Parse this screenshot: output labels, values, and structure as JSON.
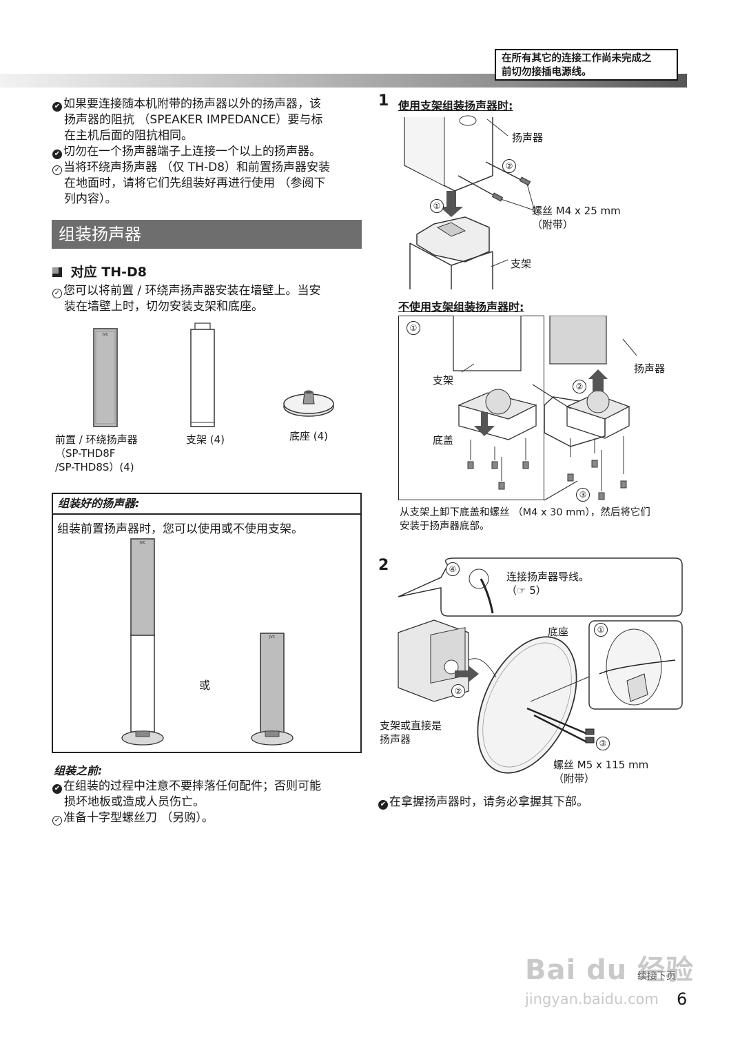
{
  "header": {
    "warning_line1": "在所有其它的连接工作尚未完成之",
    "warning_line2": "前切勿接插电源线。"
  },
  "left": {
    "notes": [
      {
        "icon": "✔",
        "lines": [
          "如果要连接随本机附带的扬声器以外的扬声器，该",
          "扬声器的阻抗 （SPEAKER IMPEDANCE）要与标",
          "在主机后面的阻抗相同。"
        ]
      },
      {
        "icon": "✔",
        "lines": [
          "切勿在一个扬声器端子上连接一个以上的扬声器。"
        ]
      },
      {
        "icon": "✓",
        "lines": [
          "当将环绕声扬声器 （仅 TH-D8）和前置扬声器安装",
          "在地面时，请将它们先组装好再进行使用 （参阅下",
          "列内容）。"
        ]
      }
    ],
    "section_title": "组装扬声器",
    "subhead": "对应 TH-D8",
    "sub_note_lines": [
      "您可以将前置 / 环绕声扬声器安装在墙壁上。当安",
      "装在墙壁上时，切勿安装支架和底座。"
    ],
    "parts": {
      "speaker_l1": "前置 / 环绕扬声器",
      "speaker_l2": "（SP-THD8F",
      "speaker_l3": "/SP-THD8S）(4)",
      "stand": "支架 (4)",
      "base": "底座 (4)"
    },
    "assembled_box": {
      "title": "组装好的扬声器:",
      "desc": "组装前置扬声器时，您可以使用或不使用支架。",
      "or": "或",
      "brand": "JVC"
    },
    "before": {
      "title": "组装之前:",
      "items": [
        {
          "icon": "✔",
          "lines": [
            "在组装的过程中注意不要摔落任何配件；否则可能",
            "损坏地板或造成人员伤亡。"
          ]
        },
        {
          "icon": "✓",
          "lines": [
            "准备十字型螺丝刀 （另购）。"
          ]
        }
      ]
    }
  },
  "right": {
    "step1": {
      "num": "1",
      "title_with": "使用支架组装扬声器时:",
      "label_speaker": "扬声器",
      "label_screw": "螺丝 M4 x 25 mm",
      "label_screw_sub": "（附带）",
      "label_stand": "支架",
      "n1": "①",
      "n2": "②",
      "title_without": "不使用支架组装扬声器时:",
      "wo_n1": "①",
      "wo_stand": "支架",
      "wo_cap": "底盖",
      "wo_speaker": "扬声器",
      "wo_n2": "②",
      "wo_n3": "③",
      "wo_caption_l1": "从支架上卸下底盖和螺丝 （M4 x 30 mm），然后将它们",
      "wo_caption_l2": "安装于扬声器底部。"
    },
    "step2": {
      "num": "2",
      "n4": "④",
      "connect": "连接扬声器导线。",
      "ref": "（☞ 5）",
      "base": "底座",
      "n1": "①",
      "n2": "②",
      "n3": "③",
      "stand_or_l1": "支架或直接是",
      "stand_or_l2": "扬声器",
      "screw": "螺丝 M5 x 115 mm",
      "screw_sub": "（附带）"
    },
    "hold_note": "在拿握扬声器时，请务必拿握其下部。",
    "hold_icon": "✔"
  },
  "footer": {
    "continue": "续接下页",
    "page": "6",
    "watermark_logo": "Bai du 经验",
    "watermark_url": "jingyan.baidu.com"
  }
}
